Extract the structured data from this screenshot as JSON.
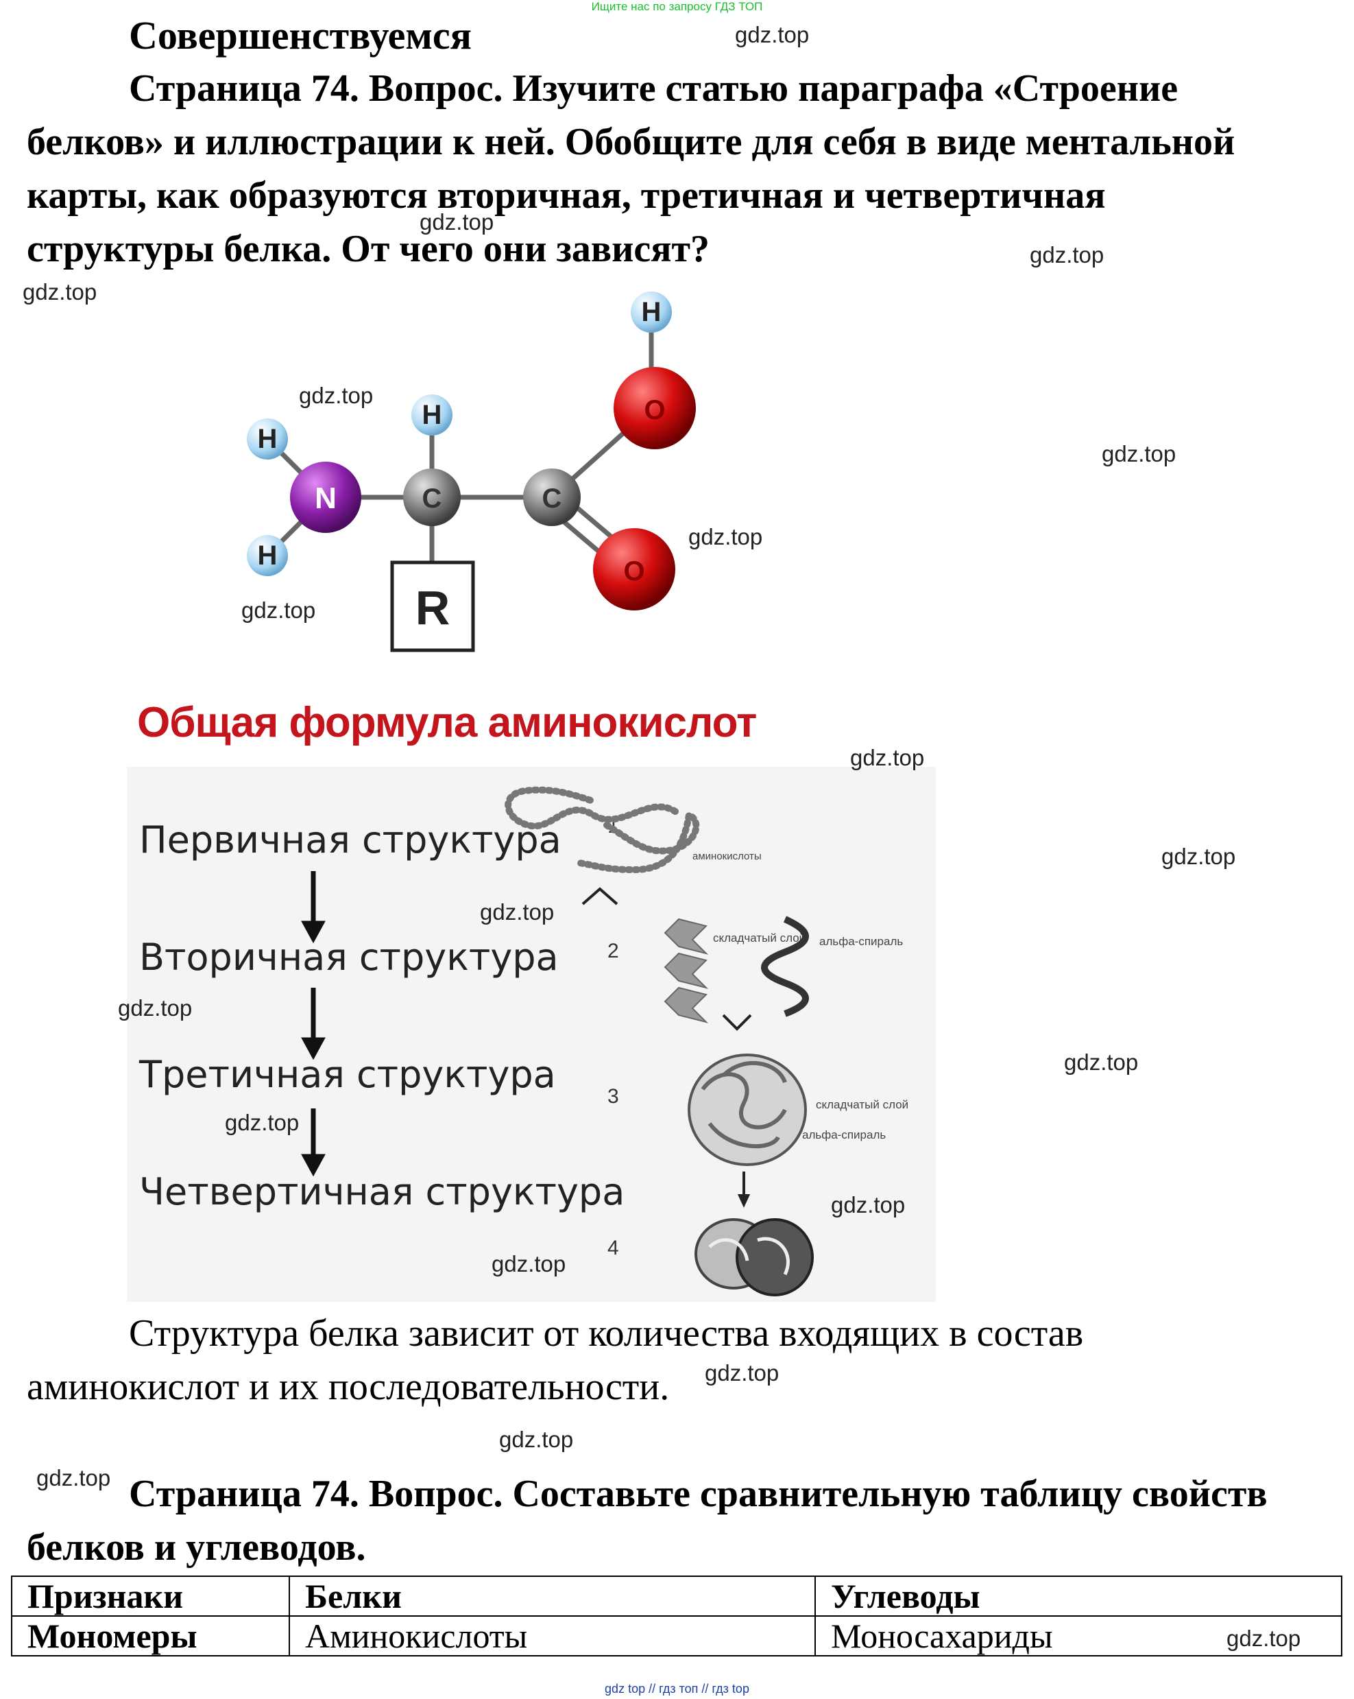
{
  "banner_top": "Ищите нас по запросу ГДЗ ТОП",
  "banner_bottom": "gdz top  //  гдз топ  //  гдз top",
  "heading": "Совершенствуемся",
  "q1": {
    "line1": "Страница 74. Вопрос. Изучите статью параграфа «Строение",
    "line2": "белков» и иллюстрации к ней. Обобщите для себя в виде ментальной",
    "line3": "карты, как образуются вторичная, третичная и четвертичная",
    "line4": "структуры белка. От чего они зависят?"
  },
  "molecule": {
    "atoms": {
      "h": "H",
      "n": "N",
      "c": "C",
      "o": "O",
      "r": "R"
    },
    "colors": {
      "nitrogen": "#8a1fa8",
      "oxygen": "#d60d0d",
      "carbon": "#7c7c7c",
      "hydrogen": "#a8d6f2"
    }
  },
  "figure_title": "Общая формула аминокислот",
  "structures": [
    {
      "num": "1",
      "label": "Первичная структура"
    },
    {
      "num": "2",
      "label": "Вторичная структура"
    },
    {
      "num": "3",
      "label": "Третичная структура"
    },
    {
      "num": "4",
      "label": "Четвертичная структура"
    }
  ],
  "diagram_labels": {
    "aminoacids": "аминокислоты",
    "sheet": "складчатый слой",
    "helix": "альфа-спираль",
    "sheet3": "складчатый слой",
    "helix3": "альфа-спираль"
  },
  "answer1": {
    "line1": "Структура белка зависит от количества входящих в состав",
    "line2": "аминокислот и их последовательности."
  },
  "q2": {
    "line1": "Страница 74. Вопрос. Составьте сравнительную таблицу свойств",
    "line2": "белков и углеводов."
  },
  "table": {
    "headers": [
      "Признаки",
      "Белки",
      "Углеводы"
    ],
    "rows": [
      [
        "Мономеры",
        "Аминокислоты",
        "Моносахариды"
      ]
    ]
  },
  "watermark": "gdz.top"
}
